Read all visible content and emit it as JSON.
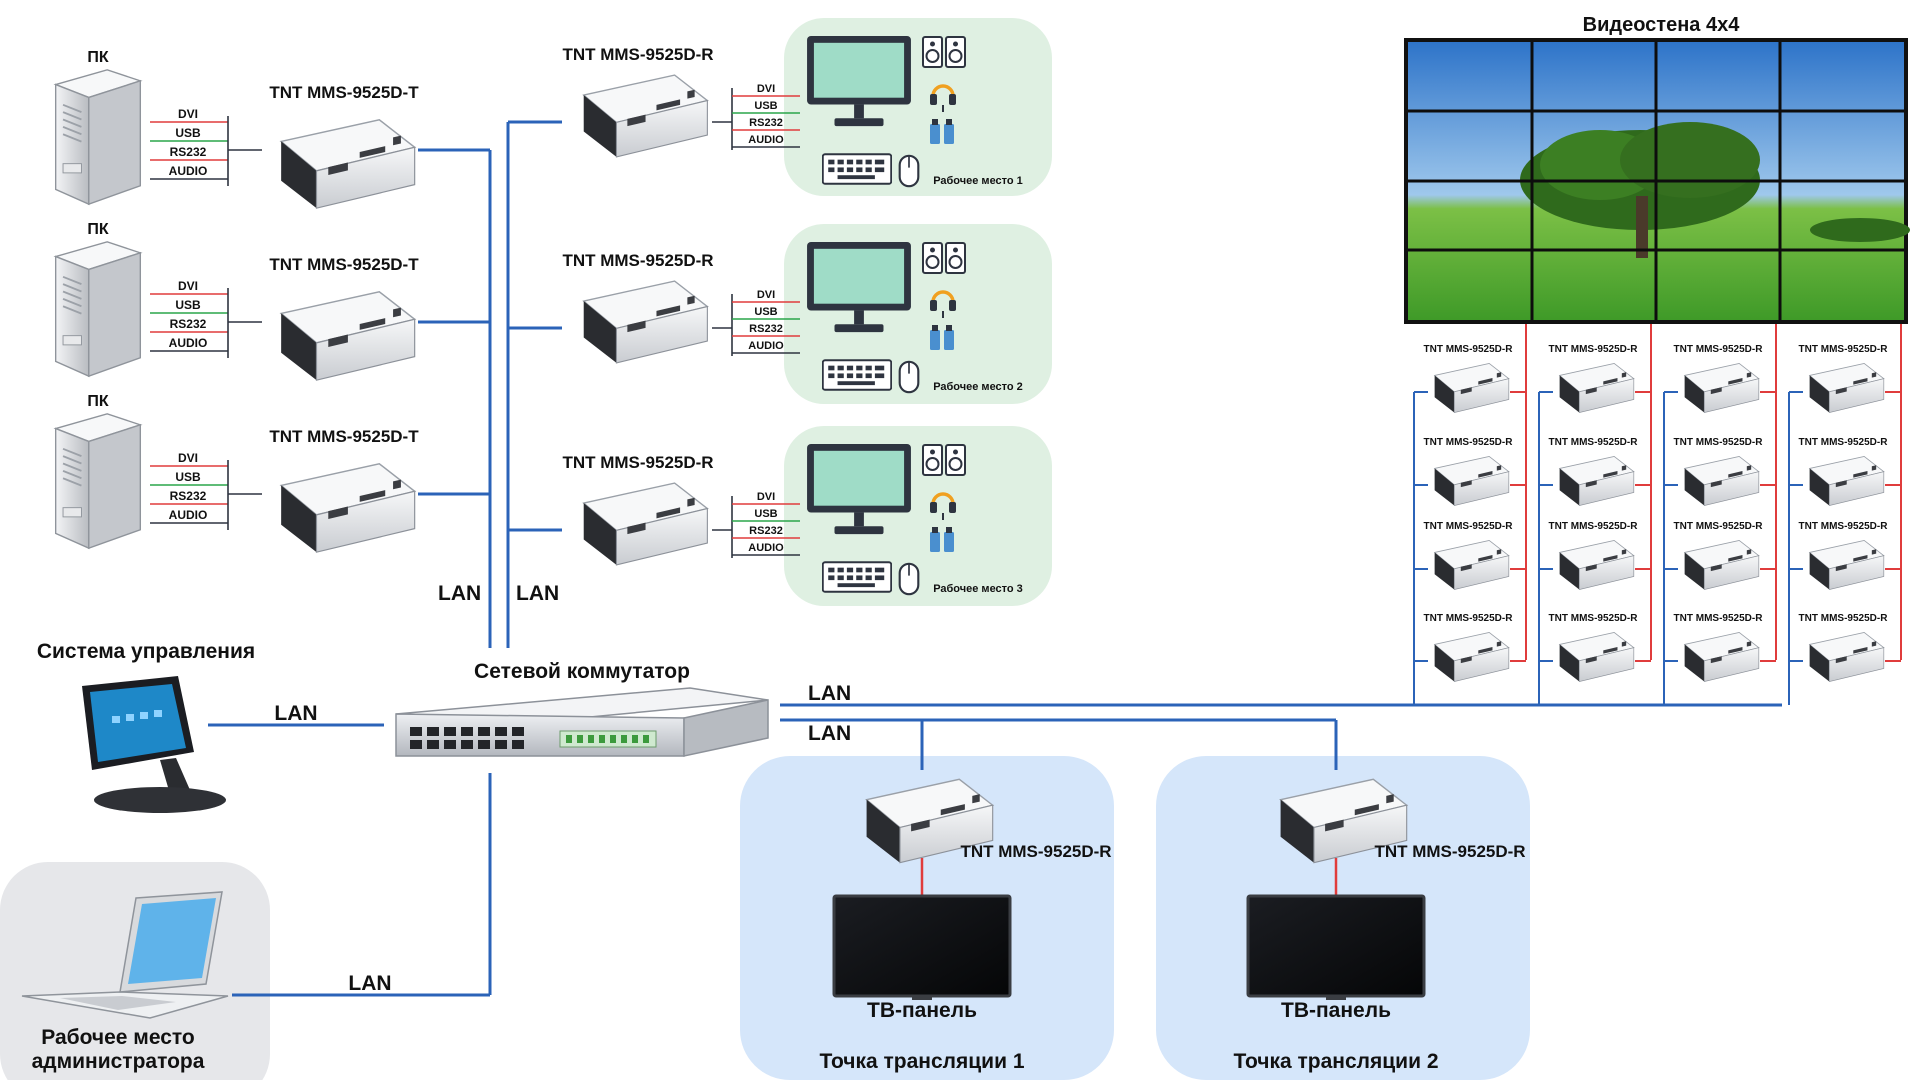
{
  "colors": {
    "lan": "#2b63b8",
    "signal": "#e03c3c",
    "usb": "#2aa64a",
    "workplace_bg": "#dff0e2",
    "tv_zone_bg": "#d5e6fa",
    "admin_bg": "#e6e7ea",
    "device_body": "#e9ebee"
  },
  "icons": {
    "pc": "pc-tower-icon",
    "transmitter": "encoder-box-icon",
    "receiver": "decoder-box-icon",
    "monitor": "monitor-icon",
    "keyboard": "keyboard-icon",
    "mouse": "mouse-icon",
    "speakers": "speakers-icon",
    "headset": "headset-icon",
    "usb": "usb-icon",
    "switch": "network-switch-icon",
    "touch_panel": "touch-panel-icon",
    "laptop": "laptop-icon",
    "tv": "tv-panel-icon",
    "videowall": "video-wall-icon"
  },
  "sources": [
    {
      "pc_label": "ПК",
      "tx_label": "TNT MMS-9525D-T",
      "ports": [
        "DVI",
        "USB",
        "RS232",
        "AUDIO"
      ]
    },
    {
      "pc_label": "ПК",
      "tx_label": "TNT MMS-9525D-T",
      "ports": [
        "DVI",
        "USB",
        "RS232",
        "AUDIO"
      ]
    },
    {
      "pc_label": "ПК",
      "tx_label": "TNT MMS-9525D-T",
      "ports": [
        "DVI",
        "USB",
        "RS232",
        "AUDIO"
      ]
    }
  ],
  "workplaces": [
    {
      "rx_label": "TNT MMS-9525D-R",
      "ports": [
        "DVI",
        "USB",
        "RS232",
        "AUDIO"
      ],
      "name": "Рабочее место 1"
    },
    {
      "rx_label": "TNT MMS-9525D-R",
      "ports": [
        "DVI",
        "USB",
        "RS232",
        "AUDIO"
      ],
      "name": "Рабочее место 2"
    },
    {
      "rx_label": "TNT MMS-9525D-R",
      "ports": [
        "DVI",
        "USB",
        "RS232",
        "AUDIO"
      ],
      "name": "Рабочее место 3"
    }
  ],
  "lan_labels": {
    "tx_trunk": "LAN",
    "rx_trunk": "LAN",
    "control": "LAN",
    "admin": "LAN",
    "wall": "LAN",
    "tv": "LAN"
  },
  "switch_label": "Сетевой коммутатор",
  "control_label": "Система управления",
  "admin_label": [
    "Рабочее место",
    "администратора"
  ],
  "videowall": {
    "title": "Видеостена 4x4",
    "rows": 4,
    "cols": 4,
    "receiver_label": "TNT MMS-9525D-R"
  },
  "broadcast_points": [
    {
      "rx_label": "TNT MMS-9525D-R",
      "tv_label": "ТВ-панель",
      "name": "Точка трансляции 1"
    },
    {
      "rx_label": "TNT MMS-9525D-R",
      "tv_label": "ТВ-панель",
      "name": "Точка трансляции 2"
    }
  ]
}
